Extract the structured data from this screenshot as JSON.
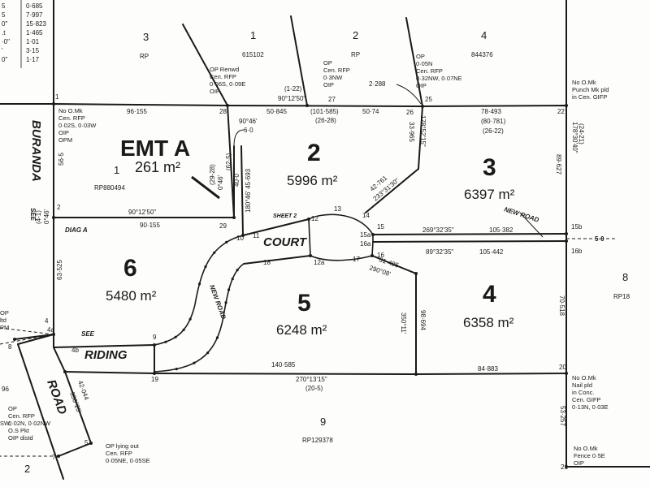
{
  "lots": {
    "emt_a": {
      "name": "EMT A",
      "number": "1",
      "area": "261 m²"
    },
    "lot2": {
      "number": "2",
      "area": "5996 m²"
    },
    "lot3": {
      "number": "3",
      "area": "6397 m²"
    },
    "lot4": {
      "number": "4",
      "area": "6358 m²"
    },
    "lot5": {
      "number": "5",
      "area": "6248 m²"
    },
    "lot6": {
      "number": "6",
      "area": "5480 m²"
    },
    "lot9": {
      "number": "9",
      "plan": "RP129378"
    },
    "top_lot3": {
      "number": "3",
      "plan": "RP"
    },
    "top_lot1": {
      "number": "1",
      "plan": "615102"
    },
    "top_lot2": {
      "number": "2",
      "plan": "RP"
    },
    "top_lot4": {
      "number": "4",
      "plan": "844376"
    },
    "right_lot8": {
      "number": "8",
      "plan": "RP18"
    },
    "left_lot2": {
      "number": "2"
    },
    "left_lot96": {
      "number": "96"
    },
    "plan_rp880494": "RP880494"
  },
  "roads": {
    "buranda": "BURANDA",
    "see_diag": "SEE",
    "diag_a": "DIAG A",
    "court": "COURT",
    "sheet2": "SHEET 2",
    "riding": "RIDING",
    "see_riding": "SEE",
    "road": "ROAD",
    "new_road_right": "NEW ROAD",
    "new_road_left": "NEW ROAD",
    "road_width_5": "5·0"
  },
  "stations": [
    "1",
    "2",
    "4",
    "4a",
    "4b",
    "5",
    "7",
    "8",
    "9",
    "10",
    "11",
    "12",
    "12a",
    "13",
    "14",
    "15",
    "15a",
    "15b",
    "16",
    "16a",
    "16b",
    "17",
    "18",
    "19",
    "20",
    "21",
    "22",
    "25",
    "26",
    "27",
    "28",
    "29"
  ],
  "table_values": [
    "0·685",
    "7·997",
    "15·823",
    "1·465",
    "1·01",
    "3·15",
    "1·17"
  ],
  "table_prefix": [
    "5",
    "5",
    "0\"",
    ".t",
    "·0\"",
    "'",
    "0\""
  ],
  "dims": {
    "d96155": "96·155",
    "d50845": "50·845",
    "d10158": "(101·585)",
    "d2628": "(26-28)",
    "d5074": "50·74",
    "d78493": "78·493",
    "d80781": "(80·781)",
    "d2622": "(26-22)",
    "b901250_top": "90°12'50\"",
    "d122": "(1-22)",
    "b901250_mid": "90°12'50\"",
    "d90155": "90·155",
    "d565": "56·5",
    "d63525": "63·525",
    "d41": "(4-1)",
    "b046": "0°46'",
    "d2928": "(29-28)",
    "b0467": "0°46'",
    "d625": "(62·5)",
    "d400": "40·0",
    "b90461": "90°46'",
    "d60": "6·0",
    "b180463": "180°46' 45·693",
    "b17852": "178°52'15\"",
    "d33965": "33·965",
    "d42761": "42·761",
    "b23331": "233°31'30\"",
    "b2693235": "269°32'35\"",
    "d105382": "105·382",
    "b893235": "89°32'35\"",
    "d105442": "105·442",
    "b17830": "178°30'40\"",
    "d2421": "(24-21)",
    "d89627": "89·627",
    "d31485": "31·485",
    "b29008": "290°08'",
    "d98694": "98·694",
    "b35011": "350°11'",
    "d70518": "70·518",
    "d140585": "140·585",
    "d84883": "84·883",
    "b2701315": "270°13'15\"",
    "d205": "(20-5)",
    "d42044": "42·044",
    "b330": "330°25'",
    "d53257": "53·257"
  },
  "notes": {
    "op_renwd": [
      "OP Renwd",
      "Cen. RFP",
      "0·06S, 0·09E",
      "OIP"
    ],
    "op_top27": [
      "OP",
      "Cen. RFP",
      "0·3NW",
      "OIP"
    ],
    "op_top25": [
      "OP",
      "0·05N",
      "Cen. RFP",
      "0·32NW, 0·07NE",
      "OIP"
    ],
    "d2288": "2·288",
    "nomk_22": [
      "No O.Mk",
      "Punch Mk pld",
      "in Cen. GIFP"
    ],
    "nomk_1": [
      "No O.Mk",
      "Cen. RFP",
      "0·02S, 0·03W",
      "OIP",
      "OPM"
    ],
    "nomk_20": [
      "No O.Mk",
      "Nail pld",
      "in Conc.",
      "Cen. GIFP",
      "0·13N, 0·03E"
    ],
    "nomk_21": [
      "No O.Mk",
      "Fence 0·5E",
      "OIP"
    ],
    "op_left": [
      "OP",
      "Cen. RFP",
      "0·02N, 0·02NW",
      "O.S Pkt",
      "OIP distd"
    ],
    "op_lying": [
      "OP lying out",
      "Cen. RFP",
      "0·05NE, 0·05SE"
    ],
    "op_edge": [
      "OP",
      "ltd",
      "PM"
    ],
    "edge_sw": "SW,"
  },
  "colors": {
    "ink": "#1a1a1a",
    "paper": "#fdfdfb"
  }
}
